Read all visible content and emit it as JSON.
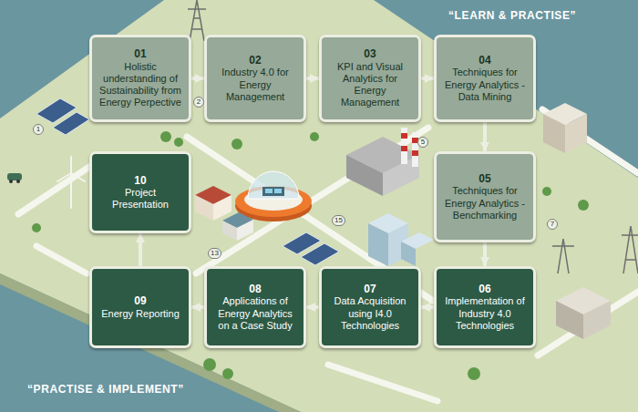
{
  "diagram": {
    "nodes": [
      {
        "text": [
          "01",
          "Holistic understanding of Sustainability from Energy Perpective"
        ]
      },
      {
        "text": [
          "02",
          "Industry 4.0 for Energy Management"
        ]
      },
      {
        "text": [
          "03",
          "KPI and Visual Analytics for Energy Management"
        ]
      },
      {
        "text": [
          "04",
          "Techniques for Energy Analytics - Data Mining"
        ]
      },
      {
        "text": [
          "05",
          "Techniques for Energy Analytics - Benchmarking"
        ]
      },
      {
        "text": [
          "06",
          "Implementation of Industry 4.0 Technologies"
        ]
      },
      {
        "text": [
          "07",
          "Data Acquisition using I4.0 Technologies"
        ]
      },
      {
        "text": [
          "08",
          "Applications of Energy Analytics on a Case Study"
        ]
      },
      {
        "text": [
          "09",
          "Energy Reporting"
        ]
      },
      {
        "text": [
          "10",
          "Project Presentation"
        ]
      }
    ],
    "edges": [
      {
        "from": 0,
        "to": 1,
        "arrow": "to"
      },
      {
        "from": 1,
        "to": 2,
        "arrow": "to"
      },
      {
        "from": 2,
        "to": 3,
        "arrow": "to"
      },
      {
        "from": 3,
        "to": 4,
        "arrow": "to"
      },
      {
        "from": 4,
        "to": 5,
        "arrow": "to"
      },
      {
        "from": 5,
        "to": 6,
        "arrow": "to"
      },
      {
        "from": 6,
        "to": 7,
        "arrow": "to"
      },
      {
        "from": 7,
        "to": 8,
        "arrow": "to"
      },
      {
        "from": 8,
        "to": 9,
        "arrow": "to"
      }
    ],
    "labels": [
      "“LEARN & PRACTISE”",
      "1",
      "2",
      "5",
      "15",
      "7",
      "13",
      "“PRACTISE & IMPLEMENT”"
    ]
  }
}
